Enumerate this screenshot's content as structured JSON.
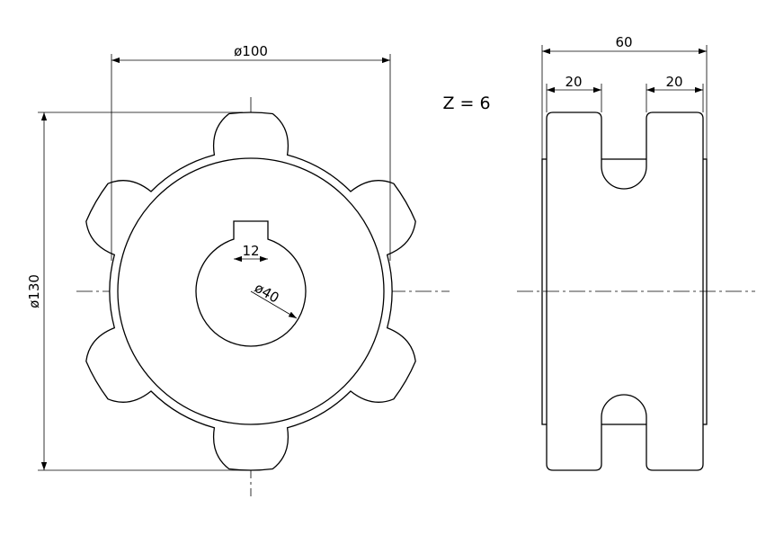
{
  "dimensions": {
    "outer_diameter": "ø130",
    "inner_diameter": "ø100",
    "bore_diameter": "ø40",
    "keyway_width": "12",
    "total_width": "60",
    "left_flange_width": "20",
    "right_flange_width": "20"
  },
  "tooth_count": "Z = 6"
}
